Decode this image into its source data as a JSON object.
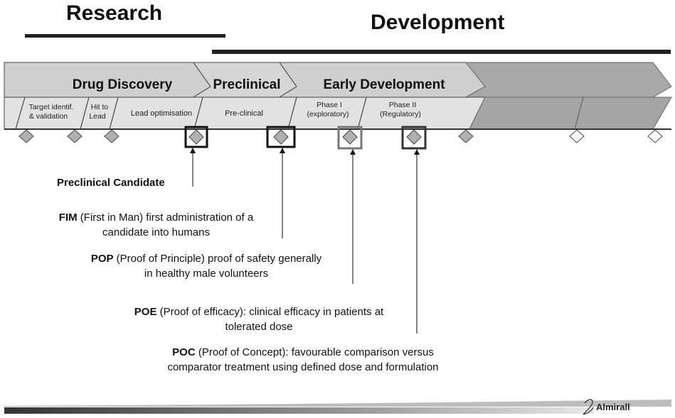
{
  "headings": {
    "research": "Research",
    "development": "Development"
  },
  "phases": [
    {
      "label": "Drug Discovery"
    },
    {
      "label": "Preclinical"
    },
    {
      "label": "Early Development"
    }
  ],
  "subphases": [
    {
      "line1": "Target identif.",
      "line2": "& validation"
    },
    {
      "line1": "Hit to",
      "line2": "Lead"
    },
    {
      "line1": "Lead optimisation",
      "line2": ""
    },
    {
      "line1": "Pre-clinical",
      "line2": ""
    },
    {
      "line1": "Phase I",
      "line2": "(exploratory)"
    },
    {
      "line1": "Phase II",
      "line2": "(Regulatory)"
    }
  ],
  "milestones": {
    "preclinical_candidate": {
      "label": "Preclinical Candidate"
    },
    "fim": {
      "abbr": "FIM",
      "line1": " (First in Man) first administration of a",
      "line2": "candidate into humans"
    },
    "pop": {
      "abbr": "POP",
      "line1": " (Proof of Principle) proof of safety generally",
      "line2": "in healthy male volunteers"
    },
    "poe": {
      "abbr": "POE",
      "line1": " (Proof of efficacy): clinical efficacy in patients at",
      "line2": "tolerated dose"
    },
    "poc": {
      "abbr": "POC",
      "line1": " (Proof of Concept): favourable comparison versus",
      "line2": "comparator treatment using defined dose and formulation"
    }
  },
  "logo": {
    "text": "Almirall"
  },
  "colors": {
    "band": "#cfcfcf",
    "band_dark": "#a9a9a9",
    "line": "#222222",
    "diamond": "#b0b0b0"
  }
}
